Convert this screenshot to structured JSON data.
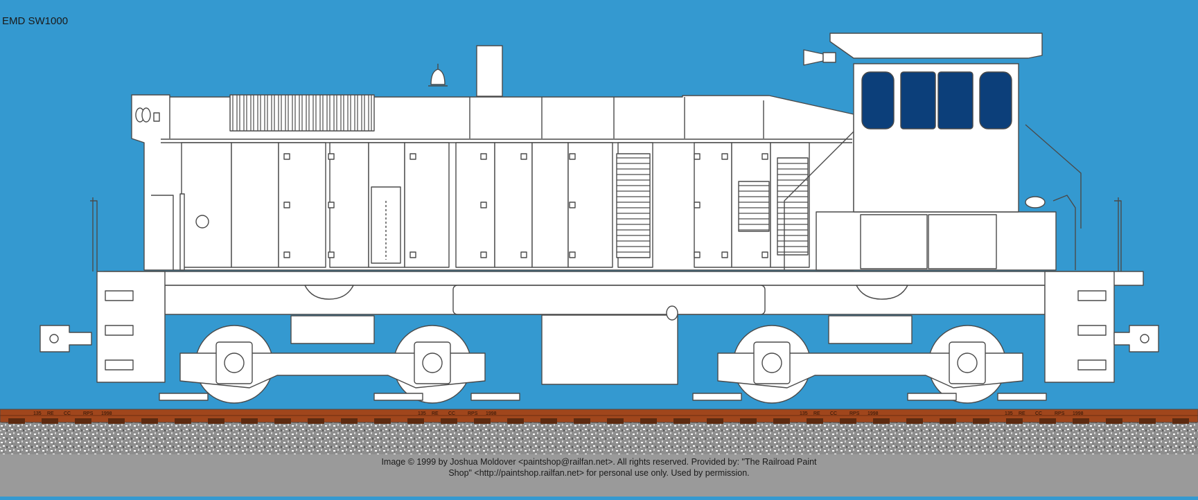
{
  "title": "EMD SW1000",
  "rail_markings": [
    "135",
    "RE",
    "CC",
    "RPS",
    "1998"
  ],
  "credit": {
    "line1": "Image © 1999 by Joshua Moldover <paintshop@railfan.net>.  All rights reserved.  Provided by: \"The Railroad Paint",
    "line2": "Shop\" <http://paintshop.railfan.net> for personal use only.  Used by permission."
  },
  "colors": {
    "sky": "#3499d0",
    "body": "#ffffff",
    "outline": "#4a4a4a",
    "window": "#0c3f7a",
    "rail": "#a0461c",
    "ballast": "#8e8e8e",
    "footer": "#9a9a9a"
  },
  "icons": [
    "bell-icon",
    "horn-icon",
    "exhaust-stack-icon",
    "headlight-icon",
    "coupler-icon"
  ]
}
